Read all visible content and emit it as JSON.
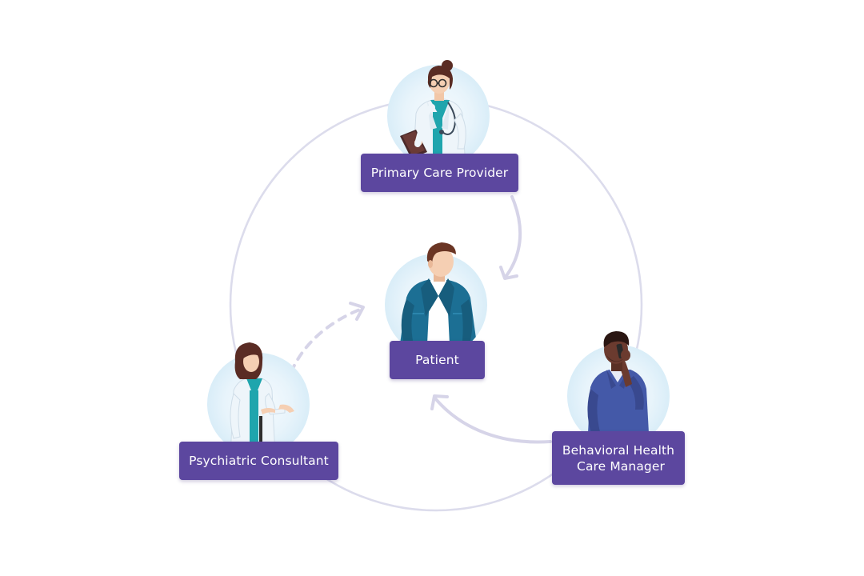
{
  "diagram": {
    "nodes": {
      "primary_care_provider": {
        "label": "Primary Care Provider",
        "figure": "doctor-with-clipboard-figure"
      },
      "patient": {
        "label": "Patient",
        "figure": "patient-figure"
      },
      "psychiatric_consultant": {
        "label": "Psychiatric Consultant",
        "figure": "consultant-figure"
      },
      "behavioral_health_care_manager": {
        "label_line1": "Behavioral Health",
        "label_line2": "Care Manager",
        "figure": "care-manager-on-phone-figure"
      }
    },
    "connectors": [
      {
        "from": "primary_care_provider",
        "to": "patient",
        "style": "solid"
      },
      {
        "from": "behavioral_health_care_manager",
        "to": "patient",
        "style": "solid"
      },
      {
        "from": "psychiatric_consultant",
        "to": "patient",
        "style": "dashed"
      }
    ],
    "colors": {
      "label_background": "#5c479f",
      "label_text": "#ffffff",
      "ring_stroke": "#dcdcec",
      "arrow_stroke": "#d6d4e8",
      "halo": "#e6f3fb",
      "teal_accent": "#1fa5ad",
      "patient_jacket": "#1c6f94"
    }
  }
}
